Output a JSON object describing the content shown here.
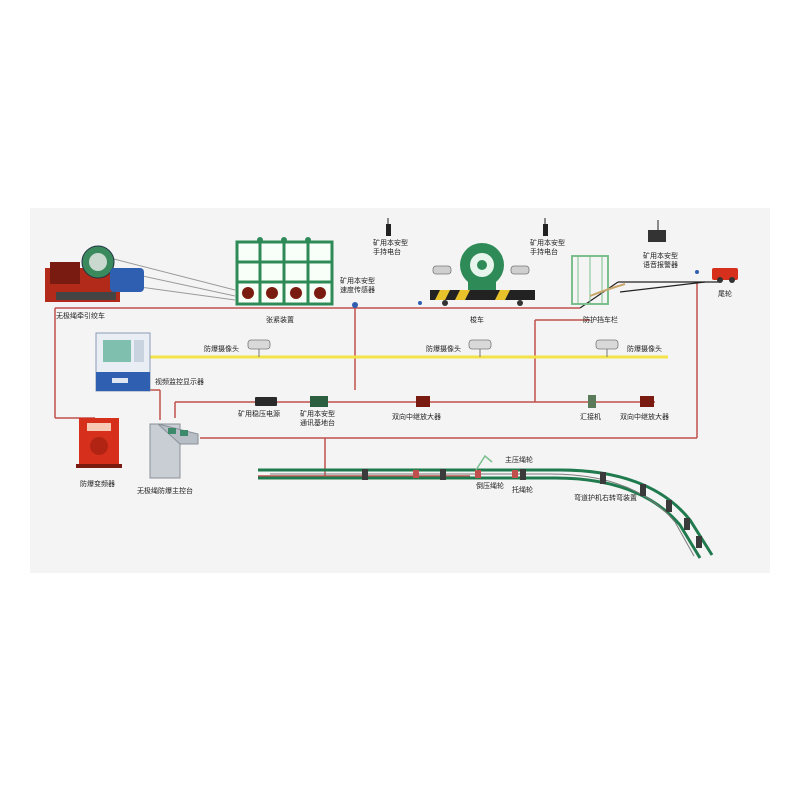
{
  "labels": {
    "winch": "无极绳牵引绞车",
    "tensioner": "张紧装置",
    "radio_left_l1": "矿用本安型",
    "radio_left_l2": "手持电台",
    "speed_sensor_l1": "矿用本安型",
    "speed_sensor_l2": "速度传感器",
    "shuttle": "梭车",
    "radio_right_l1": "矿用本安型",
    "radio_right_l2": "手持电台",
    "alarm_l1": "矿用本安型",
    "alarm_l2": "语音报警器",
    "tail_wheel": "尾轮",
    "barrier": "防护挡车栏",
    "camera1": "防爆摄像头",
    "camera2": "防爆摄像头",
    "camera3": "防爆摄像头",
    "video_monitor": "视频监控显示器",
    "power_supply": "矿用稳压电源",
    "base_station_l1": "矿用本安型",
    "base_station_l2": "通讯基地台",
    "relay_amp_1": "双向中继放大器",
    "junction_box": "汇接机",
    "relay_amp_2": "双向中继放大器",
    "inverter": "防爆变频器",
    "console": "无极绳防爆主控台",
    "pressure_rope_wheel": "主压绳轮",
    "press_rope_wheel": "倒压绳轮",
    "support_rope_wheel": "托绳轮",
    "curve_wheel_set": "弯道护机右转弯装置"
  },
  "colors": {
    "panel_bg": "#f4f4f4",
    "cable_red": "#c0504d",
    "signal_yellow": "#f2e34a",
    "machine_green": "#2e8b57",
    "rail_green": "#1f7a4d",
    "equipment_red": "#d62f1c"
  }
}
